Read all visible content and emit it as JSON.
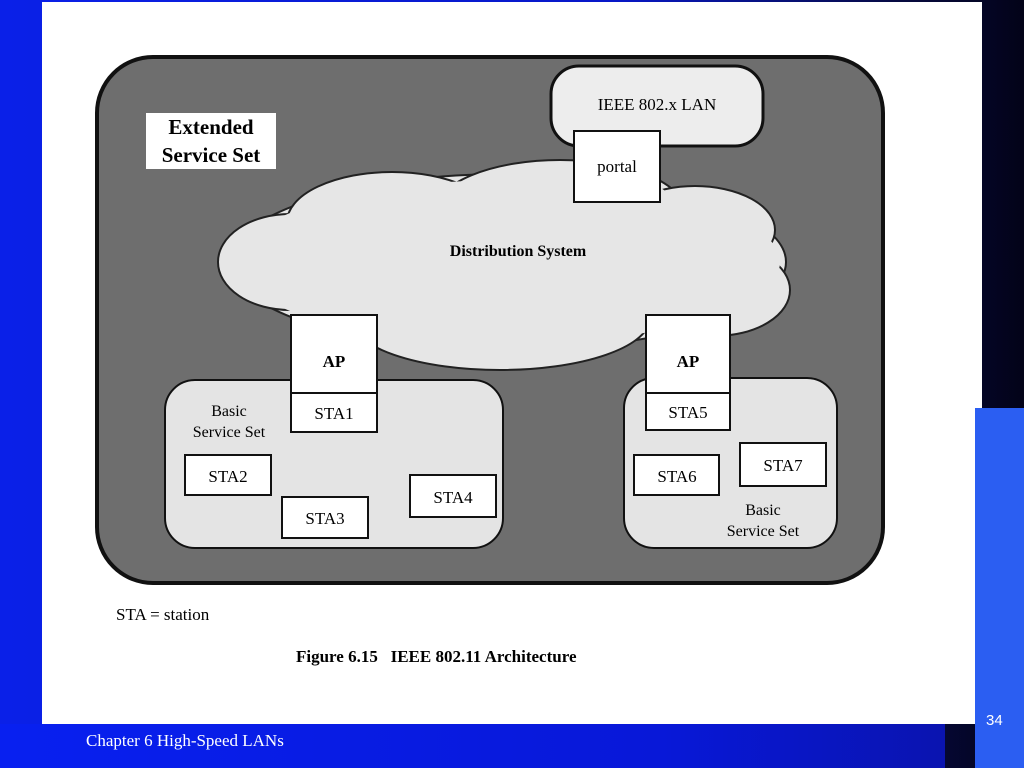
{
  "diagram": {
    "ess_label_line1": "Extended",
    "ess_label_line2": "Service Set",
    "lan_label": "IEEE 802.x LAN",
    "portal_label": "portal",
    "distribution_label": "Distribution System",
    "ap_left_label": "AP",
    "ap_right_label": "AP",
    "bss_left_line1": "Basic",
    "bss_left_line2": "Service Set",
    "bss_right_line1": "Basic",
    "bss_right_line2": "Service Set",
    "stations": [
      "STA1",
      "STA2",
      "STA3",
      "STA4",
      "STA5",
      "STA6",
      "STA7"
    ],
    "legend": "STA = station",
    "caption": "Figure 6.15   IEEE 802.11 Architecture"
  },
  "footer": {
    "chapter": "Chapter 6 High-Speed LANs",
    "page": "34"
  },
  "colors": {
    "ess_fill": "#707070",
    "bss_fill": "#e4e4e4",
    "cloud_fill": "#e6e6e6",
    "slide_bg": "#0818d8"
  }
}
